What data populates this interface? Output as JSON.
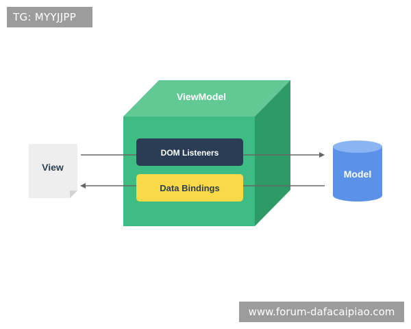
{
  "watermarks": {
    "top": "TG: MYYJJPP",
    "bottom": "www.forum-dafacaipiao.com"
  },
  "diagram": {
    "viewmodel_label": "ViewModel",
    "view_label": "View",
    "model_label": "Model",
    "dom_listeners_label": "DOM Listeners",
    "data_bindings_label": "Data Bindings"
  },
  "colors": {
    "cube_front": "#3dbc84",
    "cube_top": "#62c995",
    "cube_side": "#2e9a66",
    "dom_box": "#2b3d55",
    "bindings_box": "#fad949",
    "model_cylinder": "#5b91e6",
    "model_cylinder_top": "#8ab4f2",
    "view_doc": "#eeeeee",
    "arrow": "#666666"
  }
}
